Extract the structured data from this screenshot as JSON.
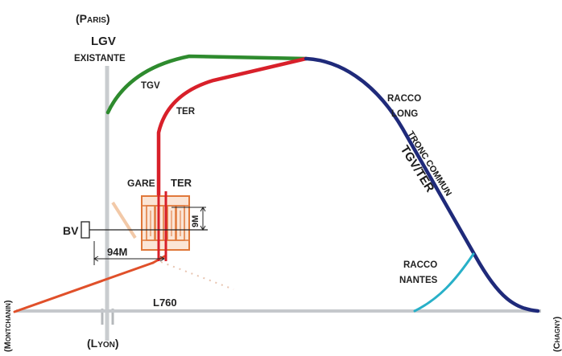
{
  "labels": {
    "paris": "(Paris)",
    "lgv": "LGV",
    "existante": "EXISTANTE",
    "tgv": "TGV",
    "ter": "TER",
    "gare": "GARE",
    "ter_station": "TER",
    "bv": "BV",
    "dim_9m": "9M",
    "dim_94m": "94M",
    "racco_long_1": "RACCO",
    "racco_long_2": "LONG",
    "tronc_commun_1": "TRONC COMMUN",
    "tronc_commun_2": "TGV/TER",
    "racco_nantes_1": "RACCO",
    "racco_nantes_2": "NANTES",
    "line_l760": "L760",
    "lyon": "(Lyon)",
    "montchanin": "(Montchanin)",
    "chagny": "(Chagny)"
  },
  "colors": {
    "tgv_branch": "#2e8b2e",
    "ter_branch": "#d8202a",
    "tronc_commun": "#1f2a7a",
    "racco_nantes": "#28b0c8",
    "existing_track": "#c5c8cc",
    "station_building": "#e0783a",
    "dimension_lines": "#222222"
  }
}
